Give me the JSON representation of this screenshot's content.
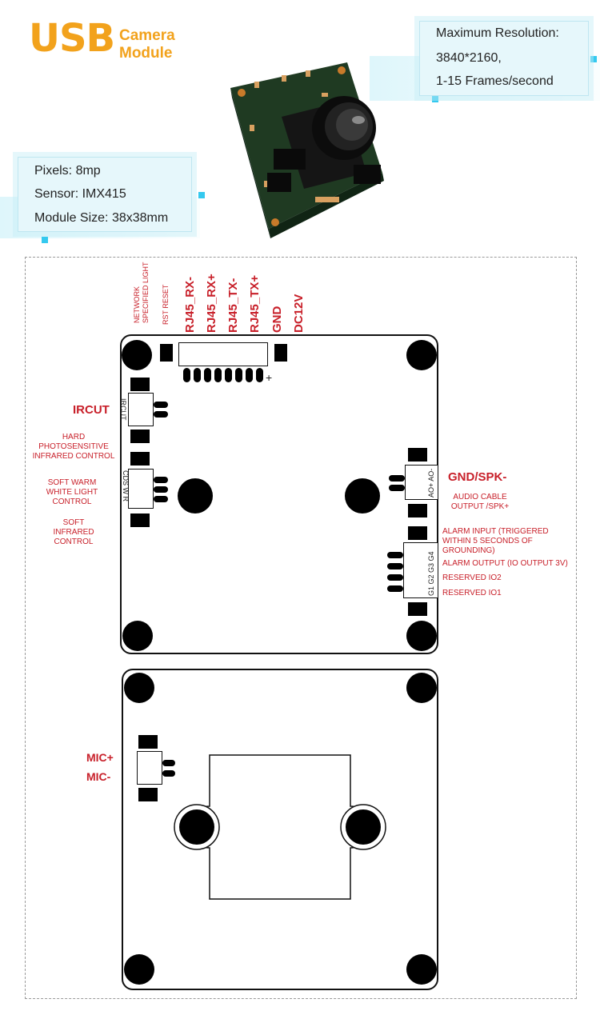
{
  "logo": {
    "brand": "USB",
    "line1": "Camera",
    "line2": "Module"
  },
  "specs_right": [
    "Maximum Resolution:",
    "3840*2160,",
    "1-15 Frames/second"
  ],
  "specs_left": [
    "Pixels: 8mp",
    "Sensor: IMX415",
    "Module Size: 38x38mm"
  ],
  "top_connector_pins": [
    {
      "label": "NETWORK SPECIFIED LIGHT",
      "line1": "NETWORK",
      "line2": "SPECIFIED LIGHT"
    },
    {
      "label": "RST RESET"
    },
    {
      "label": "RJ45_RX-"
    },
    {
      "label": "RJ45_RX+"
    },
    {
      "label": "RJ45_TX-"
    },
    {
      "label": "RJ45_TX+"
    },
    {
      "label": "GND"
    },
    {
      "label": "DC12V"
    }
  ],
  "plus_mark": "+",
  "left_side": {
    "ircut_title": "IRCUT",
    "ircut_pin": "IRCUT",
    "cds_pins": "CDS W R",
    "hard_ir": [
      "HARD",
      "PHOTOSENSITIVE",
      "INFRARED CONTROL"
    ],
    "soft_warm": [
      "SOFT WARM",
      "WHITE LIGHT",
      "CONTROL"
    ],
    "soft_ir": [
      "SOFT",
      "INFRARED",
      "CONTROL"
    ]
  },
  "right_side": {
    "gnd_spk_title": "GND/SPK-",
    "audio_pins": "AO+ AO-",
    "audio_desc": [
      "AUDIO CABLE",
      "OUTPUT /SPK+"
    ],
    "g_pins": "G1 G2 G3 G4",
    "alarm_input": [
      "ALARM INPUT (TRIGGERED",
      "WITHIN 5 SECONDS OF",
      "GROUNDING)"
    ],
    "alarm_output": "ALARM OUTPUT (IO OUTPUT 3V)",
    "reserved_io2": "RESERVED IO2",
    "reserved_io1": "RESERVED IO1"
  },
  "bottom_board": {
    "mic_plus": "MIC+",
    "mic_minus": "MIC-"
  },
  "colors": {
    "accent_orange": "#f2a21c",
    "label_red": "#c8202a",
    "spec_bg": "#e6f7fb",
    "pcb_green": "#2f6b3a"
  }
}
